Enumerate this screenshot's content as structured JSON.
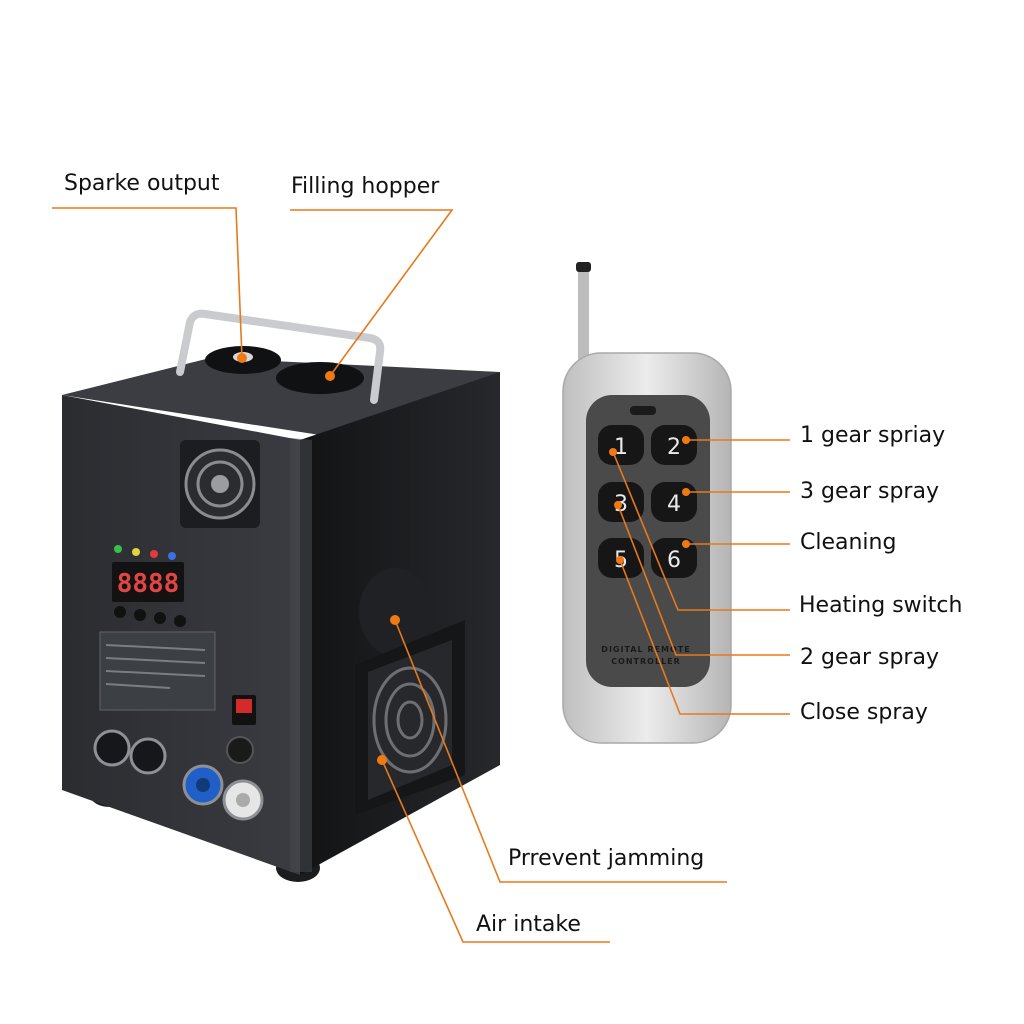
{
  "labels": {
    "sparke_output": "Sparke output",
    "filling_hopper": "Filling hopper",
    "gear1": "1 gear spriay",
    "gear3": "3 gear spray",
    "cleaning": "Cleaning",
    "heating": "Heating switch",
    "gear2": "2 gear spray",
    "close": "Close spray",
    "jamming": "Prrevent jamming",
    "air_intake": "Air intake"
  },
  "remote": {
    "buttons": [
      "1",
      "2",
      "3",
      "4",
      "5",
      "6"
    ],
    "caption_line1": "DIGITAL REMOTE",
    "caption_line2": "CONTROLLER"
  },
  "machine": {
    "display": "8888"
  },
  "colors": {
    "leader": "#e8791c",
    "dot": "#f07a12",
    "body": "#2b2d31",
    "remote_shell": "#d9d9d9",
    "remote_face": "#4a4a4a"
  }
}
